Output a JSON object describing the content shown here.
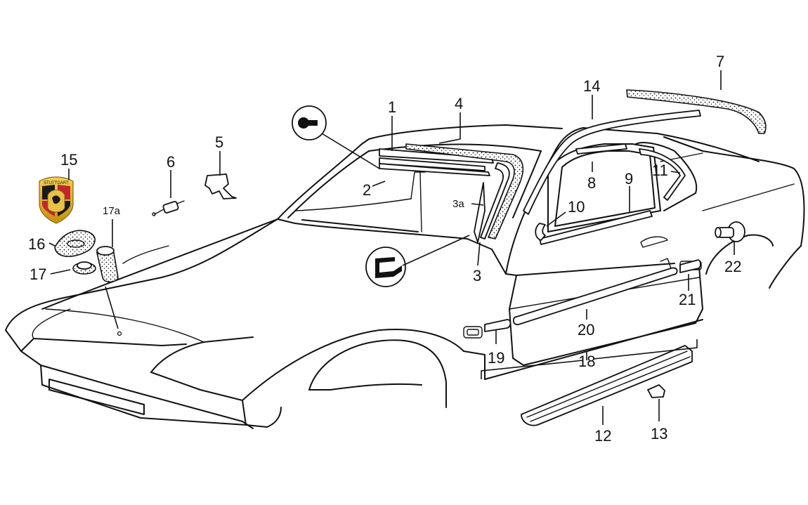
{
  "callouts": {
    "c1": "1",
    "c2": "2",
    "c3": "3",
    "c3a": "3a",
    "c4": "4",
    "c5": "5",
    "c6": "6",
    "c7": "7",
    "c8": "8",
    "c9": "9",
    "c10": "10",
    "c11": "11",
    "c12": "12",
    "c13": "13",
    "c14": "14",
    "c15": "15",
    "c16": "16",
    "c17": "17",
    "c17a": "17a",
    "c18": "18",
    "c19": "19",
    "c20": "20",
    "c21": "21",
    "c22": "22"
  },
  "icons": {
    "logo": "crest-emblem",
    "circle_top": "keyhole-clip-icon",
    "circle_bottom": "seal-profile-icon"
  },
  "colors": {
    "line": "#111111",
    "crest_gold": "#d9a521",
    "crest_red": "#c0282d",
    "crest_black": "#1a1a1a",
    "background": "#ffffff"
  }
}
